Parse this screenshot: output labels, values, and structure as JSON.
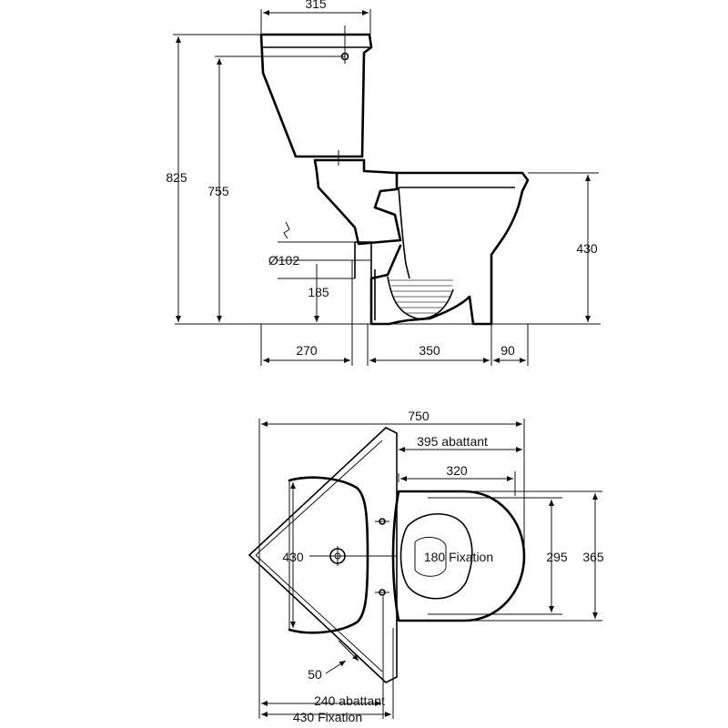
{
  "side_view": {
    "tank_width": "315",
    "total_height": "825",
    "tank_inlet_height": "755",
    "pan_height": "430",
    "outlet_diameter": "Ø102",
    "outlet_height": "185",
    "dim_270": "270",
    "dim_350": "350",
    "dim_90": "90"
  },
  "plan_view": {
    "overall_width": "750",
    "seat_depth": "395 abattant",
    "bowl_width": "320",
    "corner_width": "430",
    "fixing_center": "180 Fixation",
    "bowl_depth": "295",
    "seat_width": "365",
    "corner_offset": "50",
    "seat_offset": "240 abattant",
    "fixing_offset": "430 Fixation"
  },
  "colors": {
    "line": "#111111",
    "background": "#ffffff"
  }
}
